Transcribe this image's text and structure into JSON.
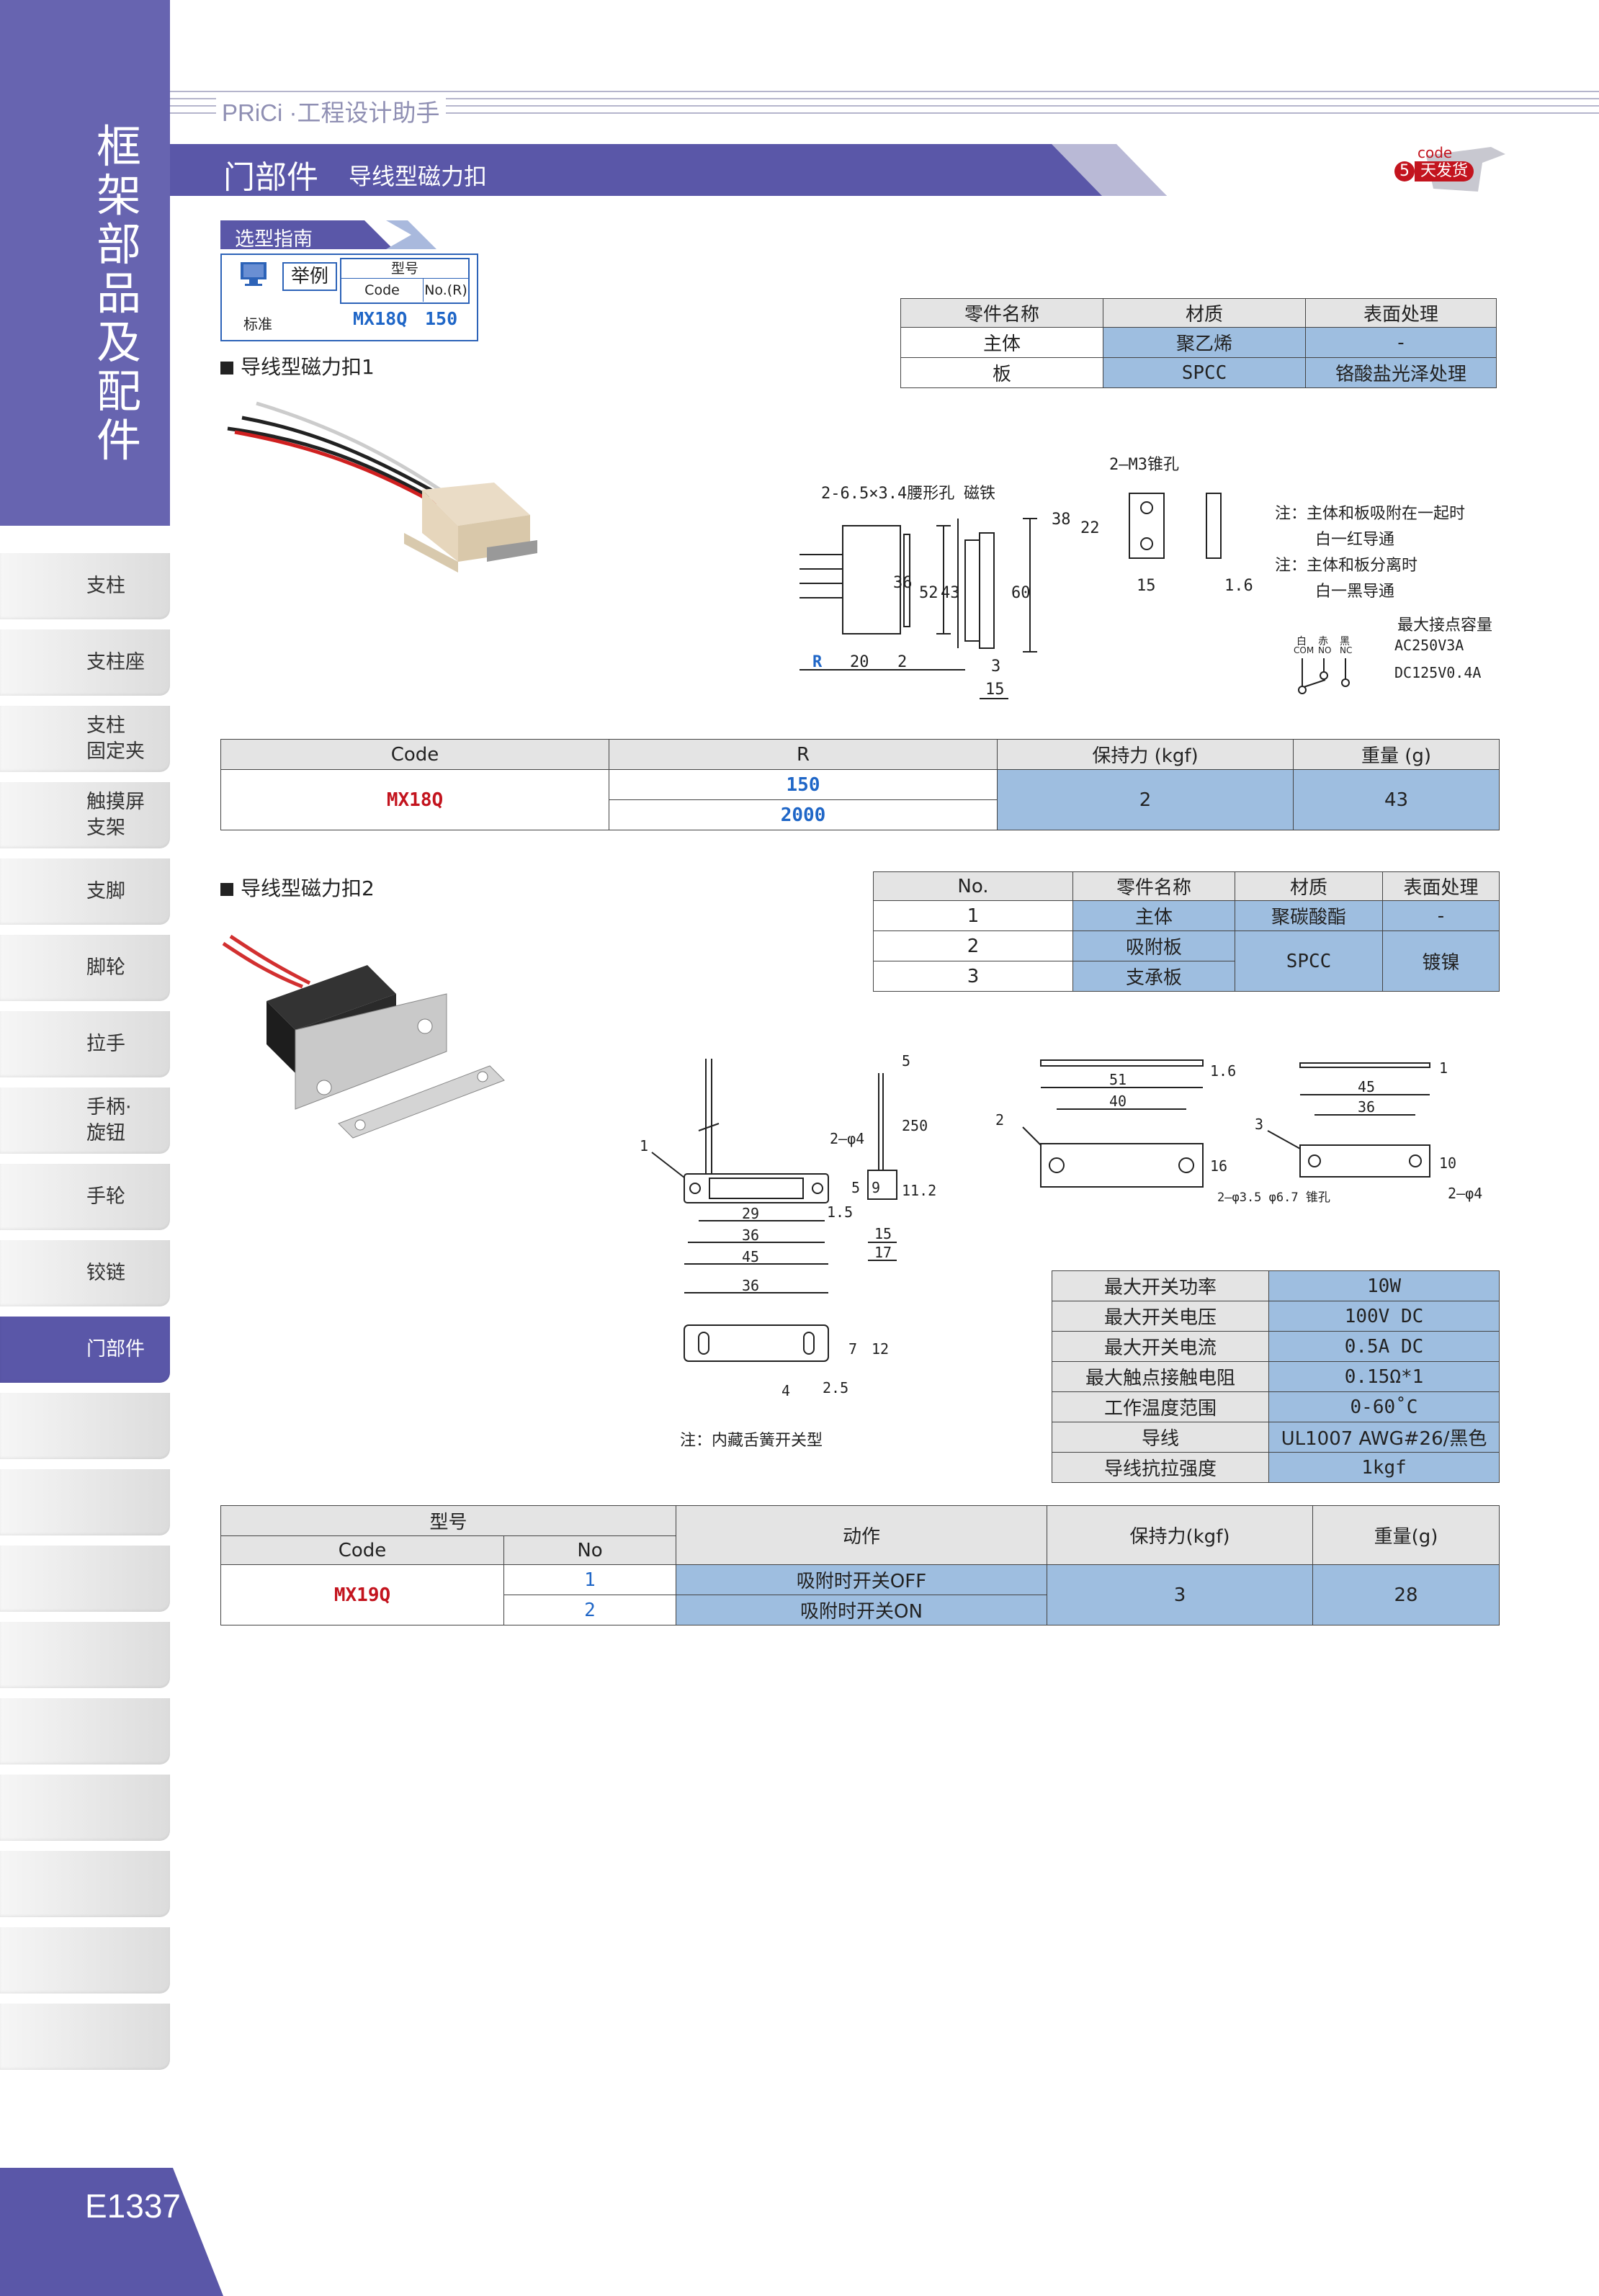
{
  "sidebar": {
    "title": "框架部品及配件",
    "items": [
      {
        "label": "支柱"
      },
      {
        "label": "支柱座"
      },
      {
        "label": "支柱\n固定夹"
      },
      {
        "label": "触摸屏\n支架"
      },
      {
        "label": "支脚"
      },
      {
        "label": "脚轮"
      },
      {
        "label": "拉手"
      },
      {
        "label": "手柄·\n旋钮"
      },
      {
        "label": "手轮"
      },
      {
        "label": "铰链"
      },
      {
        "label": "门部件",
        "active": true
      },
      {
        "label": ""
      },
      {
        "label": ""
      },
      {
        "label": ""
      },
      {
        "label": ""
      },
      {
        "label": ""
      },
      {
        "label": ""
      },
      {
        "label": ""
      },
      {
        "label": ""
      },
      {
        "label": ""
      }
    ],
    "page_number": "E1337"
  },
  "header": {
    "brand": "PRiCi ·工程设计助手",
    "title": "门部件",
    "subtitle": "导线型磁力扣",
    "badge_code": "code",
    "badge_days": "5",
    "badge_text": "天发货"
  },
  "guide": {
    "label": "选型指南",
    "example_label": "举例",
    "model_label": "型号",
    "code_label": "Code",
    "no_label": "No.(R)",
    "standard_label": "标准",
    "example_code": "MX18Q",
    "example_value": "150"
  },
  "product1": {
    "heading": "导线型磁力扣1",
    "material_table": {
      "headers": [
        "零件名称",
        "材质",
        "表面处理"
      ],
      "rows": [
        [
          "主体",
          "聚乙烯",
          "-"
        ],
        [
          "板",
          "SPCC",
          "铬酸盐光泽处理"
        ]
      ]
    },
    "drawing": {
      "hole_label": "2-6.5×3.4腰形孔",
      "magnet_label": "磁铁",
      "tap_label": "2—M3锥孔",
      "dims": [
        "38",
        "22",
        "15",
        "1.6",
        "36",
        "52",
        "43",
        "60",
        "R",
        "20",
        "2",
        "3",
        "15"
      ]
    },
    "notes": [
      "注：主体和板吸附在一起时",
      "白一红导通",
      "注：主体和板分离时",
      "白一黑导通"
    ],
    "contact": {
      "title": "最大接点容量",
      "wire_labels": [
        "白",
        "赤",
        "黑"
      ],
      "terminal_labels": [
        "COM",
        "NO",
        "NC"
      ],
      "ac": "AC250V3A",
      "dc": "DC125V0.4A"
    },
    "spec_table": {
      "headers": [
        "Code",
        "R",
        "保持力 (kgf)",
        "重量 (g)"
      ],
      "code": "MX18Q",
      "r_values": [
        "150",
        "2000"
      ],
      "holding": "2",
      "weight": "43"
    }
  },
  "product2": {
    "heading": "导线型磁力扣2",
    "material_table": {
      "headers": [
        "No.",
        "零件名称",
        "材质",
        "表面处理"
      ],
      "rows": [
        [
          "1",
          "主体",
          "聚碳酸酯",
          "-"
        ],
        [
          "2",
          "吸附板",
          "SPCC",
          "镀镍"
        ],
        [
          "3",
          "支承板",
          "",
          ""
        ]
      ]
    },
    "drawing": {
      "hole_a": "2—φ4",
      "hole_b": "2—φ3.5 φ6.7 锥孔",
      "hole_c": "2—φ4",
      "callouts": [
        "1",
        "2",
        "3"
      ],
      "dims": [
        "5",
        "250",
        "5",
        "9",
        "11.2",
        "1.5",
        "29",
        "36",
        "45",
        "15",
        "17",
        "51",
        "40",
        "1.6",
        "16",
        "45",
        "36",
        "1",
        "10",
        "36",
        "7",
        "12",
        "4",
        "2.5"
      ],
      "note": "注：内藏舌簧开关型"
    },
    "electrical": [
      [
        "最大开关功率",
        "10W"
      ],
      [
        "最大开关电压",
        "100V DC"
      ],
      [
        "最大开关电流",
        "0.5A DC"
      ],
      [
        "最大触点接触电阻",
        "0.15Ω*1"
      ],
      [
        "工作温度范围",
        "0-60˚C"
      ],
      [
        "导线",
        "UL1007 AWG#26/黑色"
      ],
      [
        "导线抗拉强度",
        "1kgf"
      ]
    ],
    "spec_table": {
      "model_header": "型号",
      "code_header": "Code",
      "no_header": "No",
      "action_header": "动作",
      "holding_header": "保持力(kgf)",
      "weight_header": "重量(g)",
      "code": "MX19Q",
      "rows": [
        [
          "1",
          "吸附时开关OFF"
        ],
        [
          "2",
          "吸附时开关ON"
        ]
      ],
      "holding": "3",
      "weight": "28"
    }
  }
}
